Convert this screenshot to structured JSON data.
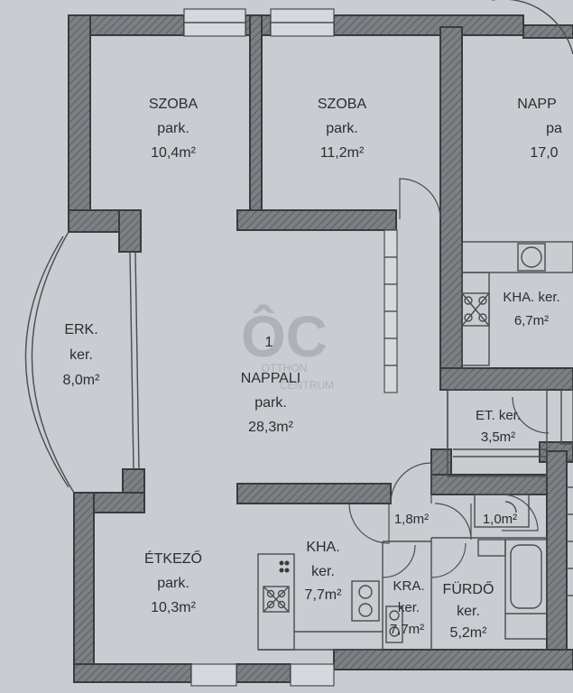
{
  "watermark": {
    "logo": "ÔC",
    "line1": "OTTHON",
    "line2": "CENTRUM"
  },
  "rooms": {
    "szoba1": {
      "name": "SZOBA",
      "floor": "park.",
      "area": "10,4m²"
    },
    "szoba2": {
      "name": "SZOBA",
      "floor": "park.",
      "area": "11,2m²"
    },
    "nappali_r": {
      "name": "NAPP",
      "floor": "pa",
      "area": "17,0"
    },
    "erkely": {
      "name": "ERK.",
      "floor": "ker.",
      "area": "8,0m²"
    },
    "nappali": {
      "number": "1",
      "name": "NAPPALI",
      "floor": "park.",
      "area": "28,3m²"
    },
    "kha_right": {
      "name": "KHA. ker.",
      "area": "6,7m²"
    },
    "et_ker": {
      "name": "ET. ker.",
      "area": "3,5m²"
    },
    "hall1": {
      "area": "1,8m²"
    },
    "hall2": {
      "area": "1,0m²"
    },
    "etkezo": {
      "name": "ÉTKEZŐ",
      "floor": "park.",
      "area": "10,3m²"
    },
    "kha": {
      "name": "KHA.",
      "floor": "ker.",
      "area": "7,7m²"
    },
    "kra": {
      "name": "KRA.",
      "floor": "ker.",
      "area": "7,7m²"
    },
    "furdo": {
      "name": "FÜRDŐ",
      "floor": "ker.",
      "area": "5,2m²"
    }
  },
  "colors": {
    "paper": "#c9ccd0",
    "wall_fill": "#7d7f84",
    "line": "#3a3b3e"
  }
}
